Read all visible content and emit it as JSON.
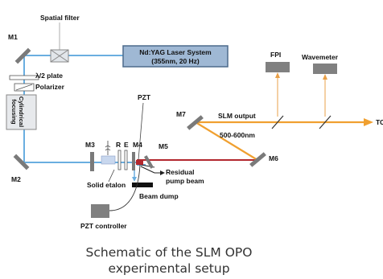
{
  "components": {
    "spatial_filter": "Spatial filter",
    "laser_line1": "Nd:YAG Laser System",
    "laser_line2": "(355nm, 20 Hz)",
    "m1": "M1",
    "m2": "M2",
    "m3": "M3",
    "m4": "M4",
    "m5": "M5",
    "m6": "M6",
    "m7": "M7",
    "half_wave_plate": "λ/2 plate",
    "polarizer": "Polarizer",
    "cylindrical_focusing_line1": "Cylindrical",
    "cylindrical_focusing_line2": "focusing",
    "r_label": "R",
    "e_label": "E",
    "pzt": "PZT",
    "solid_etalon": "Solid etalon",
    "residual_line1": "Residual",
    "residual_line2": "pump beam",
    "beam_dump": "Beam dump",
    "pzt_controller": "PZT controller",
    "fpi": "FPI",
    "wavemeter": "Wavemeter",
    "slm_output": "SLM output",
    "wavelength_range": "500-600nm",
    "tofms": "TOFMS"
  },
  "caption": {
    "line1": "Schematic of the SLM OPO",
    "line2": "experimental setup"
  },
  "colors": {
    "pump_beam": "#6aaee0",
    "oscillator_beam": "#b3282e",
    "output_beam": "#f0a030",
    "laser_box": "#9fb8d4",
    "laser_box_border": "#4d6a8c",
    "mirror": "#7a7a7a",
    "gray_box": "#808080"
  }
}
